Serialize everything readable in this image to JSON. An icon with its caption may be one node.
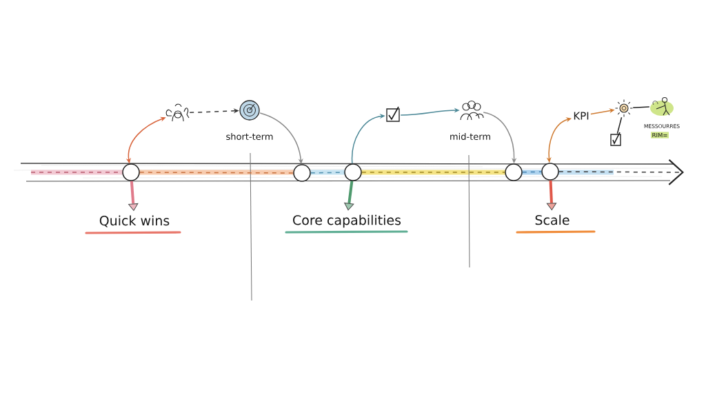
{
  "diagram": {
    "nodes": [
      {
        "text": [],
        "shape": "picture"
      },
      {
        "text": [],
        "shape": "picture",
        "beside": [
          "short-term"
        ]
      },
      {
        "text": [],
        "shape": "picture"
      },
      {
        "text": [],
        "shape": "picture",
        "beside": [
          "mid-term"
        ]
      },
      {
        "text": [
          "KPI"
        ]
      },
      {
        "text": [],
        "shape": "picture"
      },
      {
        "text": [],
        "shape": "picture",
        "beside": [
          "MESSOURRES",
          "RIM="
        ]
      },
      {
        "text": [],
        "shape": "picture"
      },
      {
        "text": [],
        "shape": "circle"
      },
      {
        "text": [],
        "shape": "circle"
      },
      {
        "text": [],
        "shape": "circle"
      },
      {
        "text": [],
        "shape": "circle"
      },
      {
        "text": [],
        "shape": "circle"
      },
      {
        "text": [
          "Quick wins"
        ]
      },
      {
        "text": [
          "Core capabilities"
        ]
      },
      {
        "text": [
          "Scale"
        ]
      }
    ],
    "edges": [
      {
        "from": 8,
        "to": 0,
        "arrow": "both",
        "color": "#d8643c"
      },
      {
        "from": 0,
        "to": 1,
        "arrow": "to",
        "style": "dashed",
        "color": "#333333"
      },
      {
        "from": 1,
        "to": 9,
        "arrow": "to",
        "color": "#8a8a8a"
      },
      {
        "from": 10,
        "to": 2,
        "arrow": "to",
        "color": "#4a8796"
      },
      {
        "from": 2,
        "to": 3,
        "arrow": "to",
        "color": "#4a8796"
      },
      {
        "from": 3,
        "to": 11,
        "arrow": "to",
        "color": "#8a8a8a"
      },
      {
        "from": 12,
        "to": 4,
        "arrow": "both",
        "color": "#cf7a30"
      },
      {
        "from": 4,
        "to": 5,
        "arrow": "to",
        "color": "#cf7a30"
      },
      {
        "from": 5,
        "to": 7,
        "arrow": "none",
        "color": "#222222"
      },
      {
        "from": 5,
        "to": 6,
        "arrow": "none",
        "color": "#222222"
      },
      {
        "from": null,
        "to": 8,
        "arrow": "none",
        "style": "dashed",
        "color": "#b8586e"
      },
      {
        "from": 8,
        "to": 9,
        "arrow": "none",
        "style": "dashed",
        "color": "#c8703e"
      },
      {
        "from": 9,
        "to": 10,
        "arrow": "none",
        "style": "dashed",
        "color": "#4f8fae"
      },
      {
        "from": 10,
        "to": 11,
        "arrow": "none",
        "style": "dashed",
        "color": "#9a8420"
      },
      {
        "from": 11,
        "to": 12,
        "arrow": "none",
        "style": "dashed",
        "color": "#3f7fae"
      },
      {
        "from": 12,
        "to": null,
        "arrow": "to",
        "style": "dashed",
        "color": "#3a3a3a"
      },
      {
        "from": 8,
        "to": 13,
        "arrow": "to",
        "style": "thick",
        "color": "#e07a8a"
      },
      {
        "from": 10,
        "to": 14,
        "arrow": "to",
        "style": "thick",
        "color": "#4f9a6e"
      },
      {
        "from": 12,
        "to": 15,
        "arrow": "to",
        "style": "thick",
        "color": "#e0584a"
      }
    ]
  }
}
